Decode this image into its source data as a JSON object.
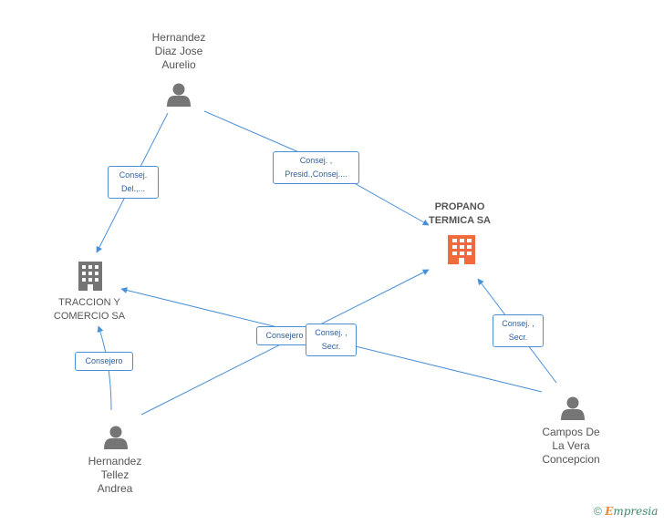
{
  "nodes": {
    "hernandez_diaz": {
      "label": "Hernandez\nDiaz Jose\nAurelio"
    },
    "propano": {
      "label": "PROPANO\nTERMICA SA"
    },
    "traccion": {
      "label": "TRACCION Y\nCOMERCIO SA"
    },
    "hernandez_tellez": {
      "label": "Hernandez\nTellez\nAndrea"
    },
    "campos": {
      "label": "Campos De\nLa Vera\nConcepcion"
    }
  },
  "edges": {
    "diaz_traccion": "Consej.\nDel.,...",
    "diaz_propano": "Consej. ,\nPresid.,Consej....",
    "campos_traccion": "Consejero",
    "tellez_propano": "Consej. ,\nSecr.",
    "tellez_traccion": "Consejero",
    "campos_propano": "Consej. ,\nSecr."
  },
  "colors": {
    "edge": "#4a90d9",
    "person": "#757575",
    "company": "#757575",
    "main_company": "#f06a3c"
  },
  "footer": {
    "copyright": "©",
    "brand_initial": "E",
    "brand_rest": "mpresia"
  }
}
